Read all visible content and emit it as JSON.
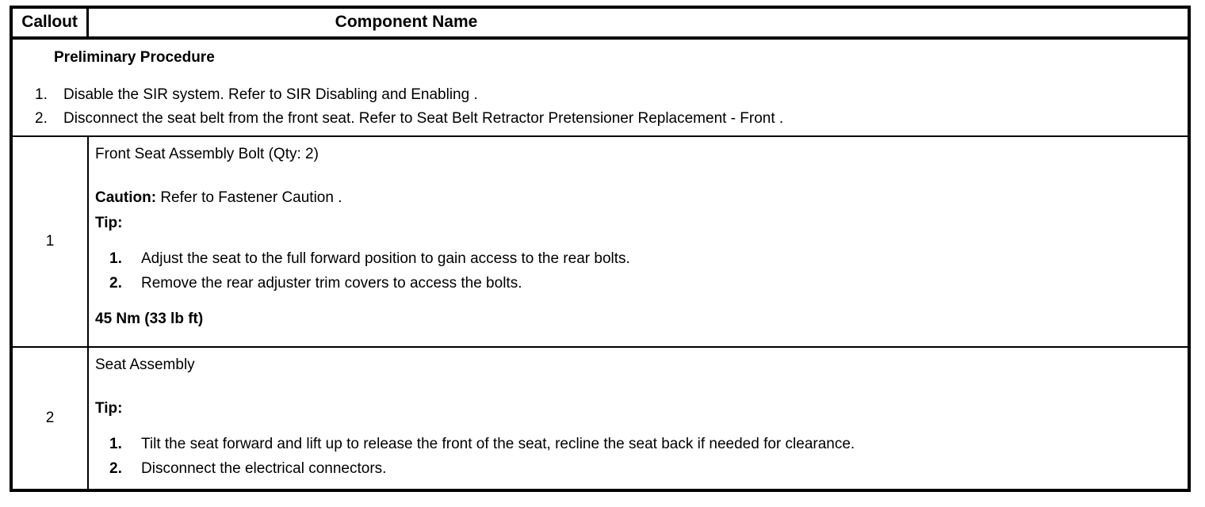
{
  "table": {
    "header": {
      "callout_label": "Callout",
      "component_label": "Component Name"
    },
    "preliminary": {
      "title": "Preliminary Procedure",
      "steps": [
        {
          "marker": "1.",
          "text": "Disable the SIR system. Refer to SIR Disabling and Enabling ."
        },
        {
          "marker": "2.",
          "text": "Disconnect the seat belt from the front seat. Refer to Seat Belt Retractor Pretensioner Replacement - Front ."
        }
      ]
    },
    "rows": [
      {
        "callout": "1",
        "component": "Front Seat Assembly Bolt (Qty: 2)",
        "caution_label": "Caution:",
        "caution_text": " Refer to Fastener Caution .",
        "tip_label": "Tip:",
        "tip_steps": [
          {
            "marker": "1.",
            "text": "Adjust the seat to the full forward position to gain access to the rear bolts."
          },
          {
            "marker": "2.",
            "text": "Remove the rear adjuster trim covers to access the bolts."
          }
        ],
        "torque": "45 Nm (33 lb ft)"
      },
      {
        "callout": "2",
        "component": "Seat Assembly",
        "tip_label": "Tip:",
        "tip_steps": [
          {
            "marker": "1.",
            "text": "Tilt the seat forward and lift up to release the front of the seat, recline the seat back if needed for clearance."
          },
          {
            "marker": "2.",
            "text": "Disconnect the electrical connectors."
          }
        ]
      }
    ]
  },
  "colors": {
    "border": "#000000",
    "text": "#000000",
    "background": "#ffffff"
  }
}
